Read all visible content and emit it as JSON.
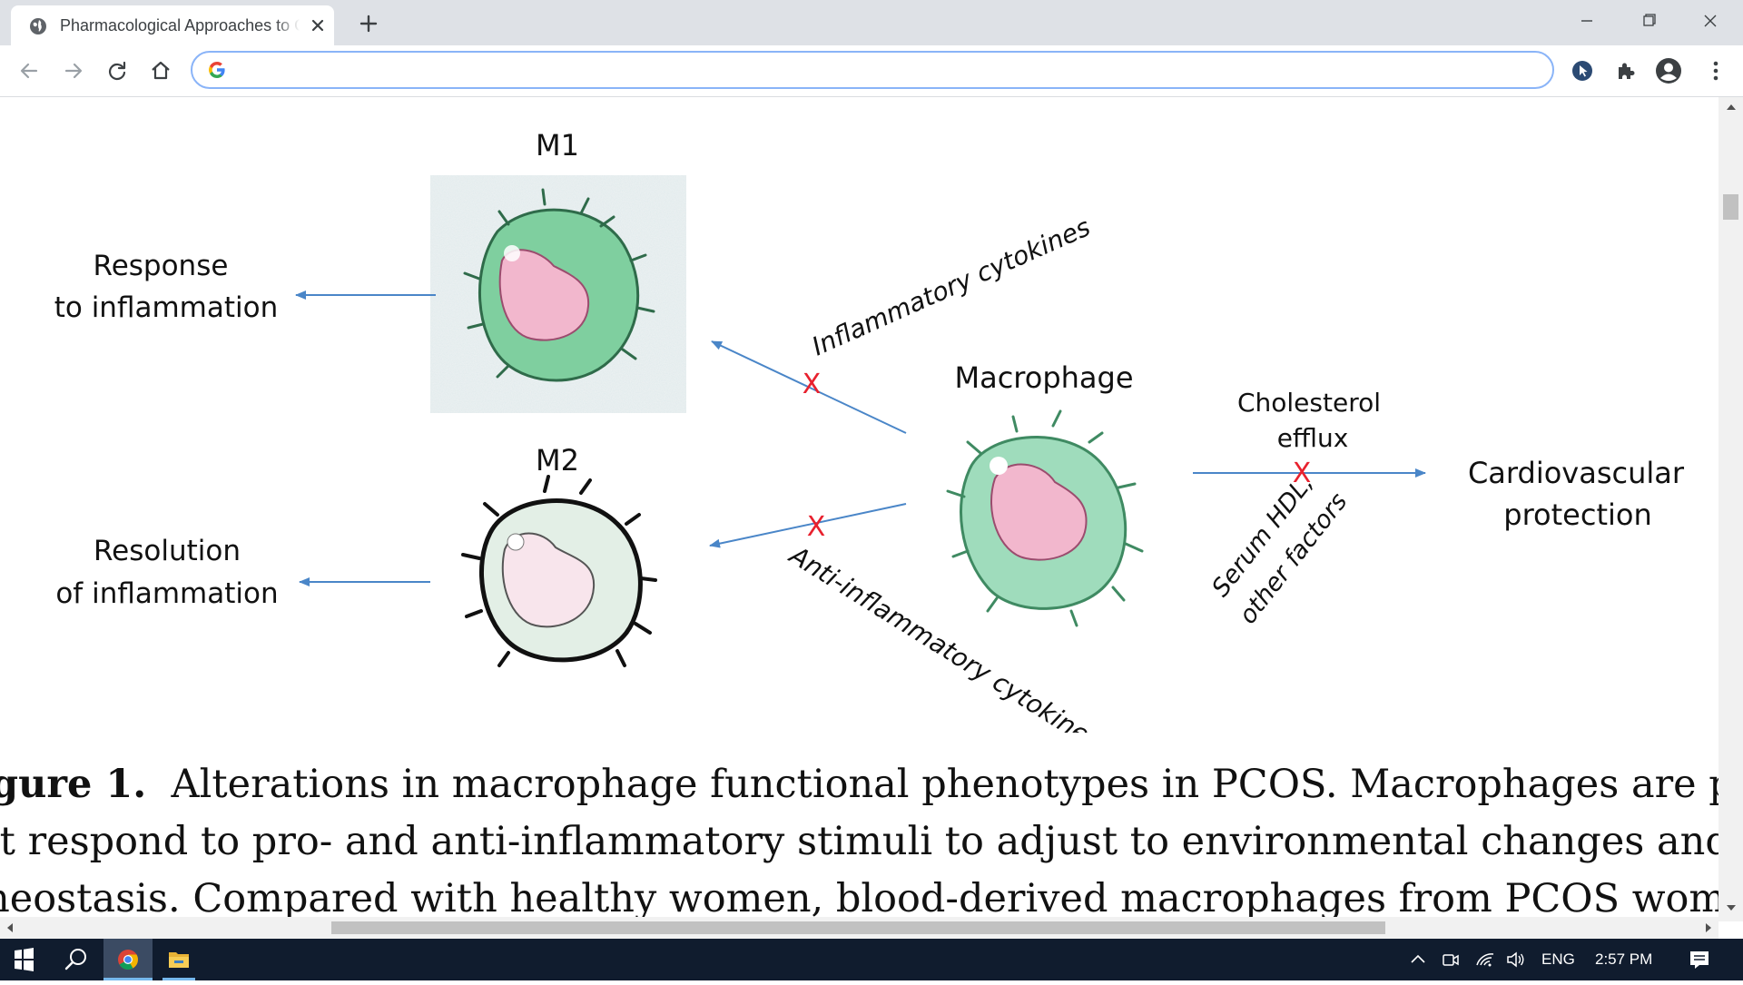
{
  "browser": {
    "tab_title": "Pharmacological Approaches to Controlling Cardiometabolic Risk in Women with PCOS",
    "omnibox_value": "",
    "omnibox_placeholder": ""
  },
  "figure": {
    "labels": {
      "m1": "M1",
      "m2": "M2",
      "response_line1": "Response",
      "response_line2": "to inflammation",
      "resolution_line1": "Resolution",
      "resolution_line2": "of inflammation",
      "macrophage": "Macrophage",
      "inflammatory_cytokines": "Inflammatory cytokines",
      "anti_inflammatory_cytokines": "Anti-inflammatory cytokines",
      "cholesterol_line1": "Cholesterol",
      "cholesterol_line2": "efflux",
      "cardio_line1": "Cardiovascular",
      "cardio_line2": "protection",
      "serum_line1": "Serum HDL,",
      "serum_line2": "other factors",
      "block_mark": "X"
    },
    "colors": {
      "arrow": "#4a86c8",
      "block_mark": "#e8212e",
      "m1_cell": "#7fcf9f",
      "m2_cell": "#e3efe6",
      "macrophage_cell": "#9fdcbc",
      "nucleus": "#f2b7cd"
    }
  },
  "caption": {
    "label": "gure 1.",
    "line1": "Alterations in macrophage functional phenotypes in PCOS. Macrophages are plastic ce",
    "line2": "at respond to pro- and anti-inflammatory stimuli to adjust to environmental changes and mainta",
    "line3": "meostasis. Compared with healthy women, blood-derived macrophages from PCOS women a"
  },
  "taskbar": {
    "language": "ENG",
    "time": "2:57 PM"
  }
}
